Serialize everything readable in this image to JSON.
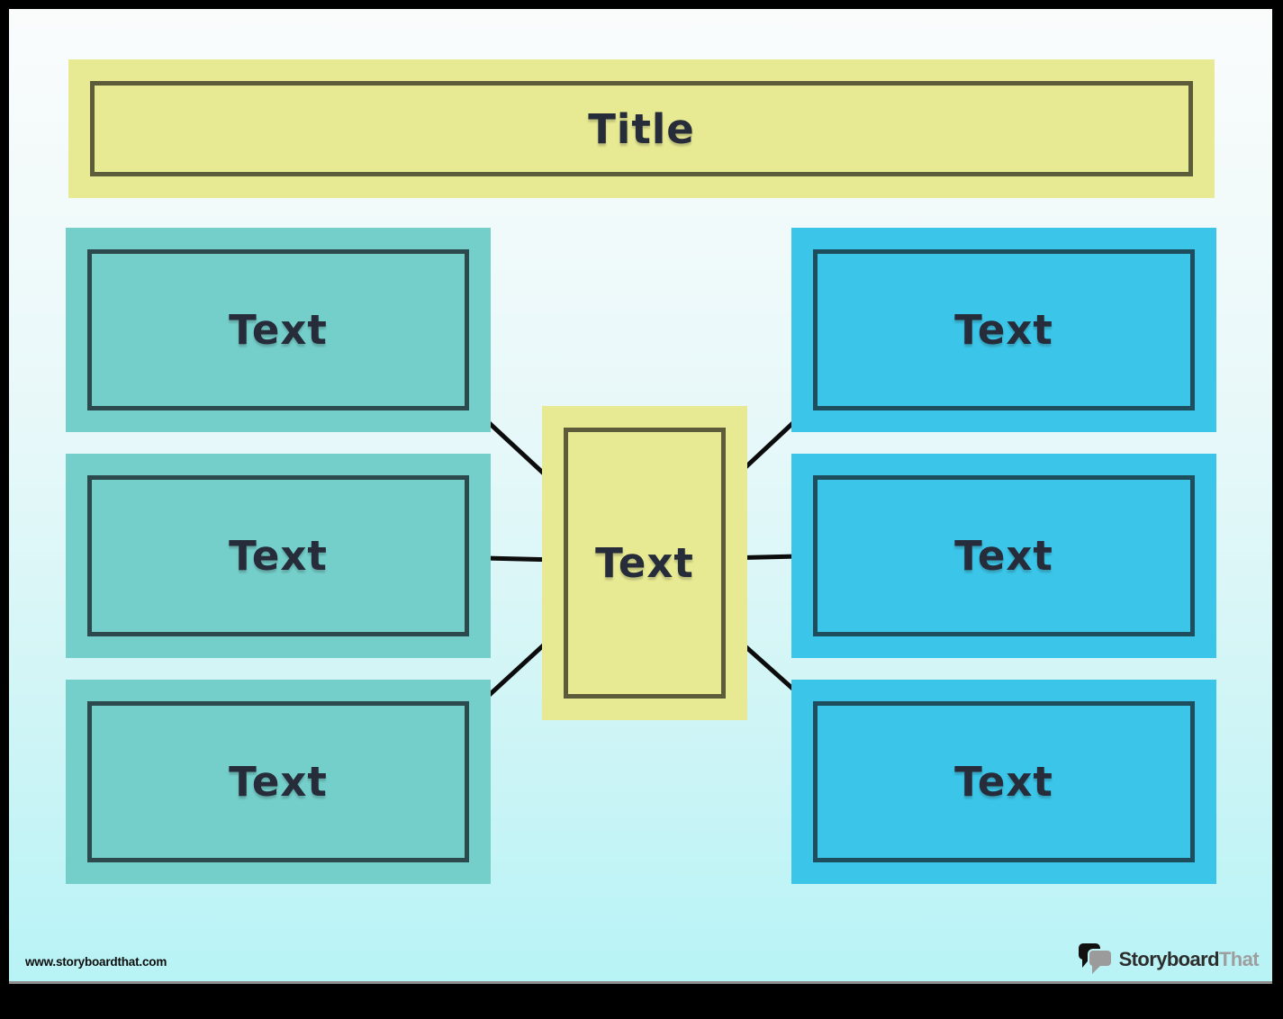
{
  "title": {
    "label": "Title"
  },
  "center_box": {
    "label": "Text"
  },
  "left_boxes": [
    {
      "label": "Text"
    },
    {
      "label": "Text"
    },
    {
      "label": "Text"
    }
  ],
  "right_boxes": [
    {
      "label": "Text"
    },
    {
      "label": "Text"
    },
    {
      "label": "Text"
    }
  ],
  "footer": {
    "url": "www.storyboardthat.com",
    "logo_text_primary": "Storyboard",
    "logo_text_secondary": "That"
  },
  "colors": {
    "title_fill": "#e7ea92",
    "title_border": "#5c5c3a",
    "left_box_fill": "#74cfcb",
    "left_box_border": "#2c4a4d",
    "right_box_fill": "#3bc6e9",
    "right_box_border": "#1e4d5d",
    "center_fill": "#e7ea92",
    "center_border": "#5c5c3a",
    "label_text": "#262c39",
    "connector_line": "#0c0c0c",
    "background_top": "#fafcfc",
    "background_bottom": "#b8f3f6",
    "page_frame": "#000000"
  }
}
